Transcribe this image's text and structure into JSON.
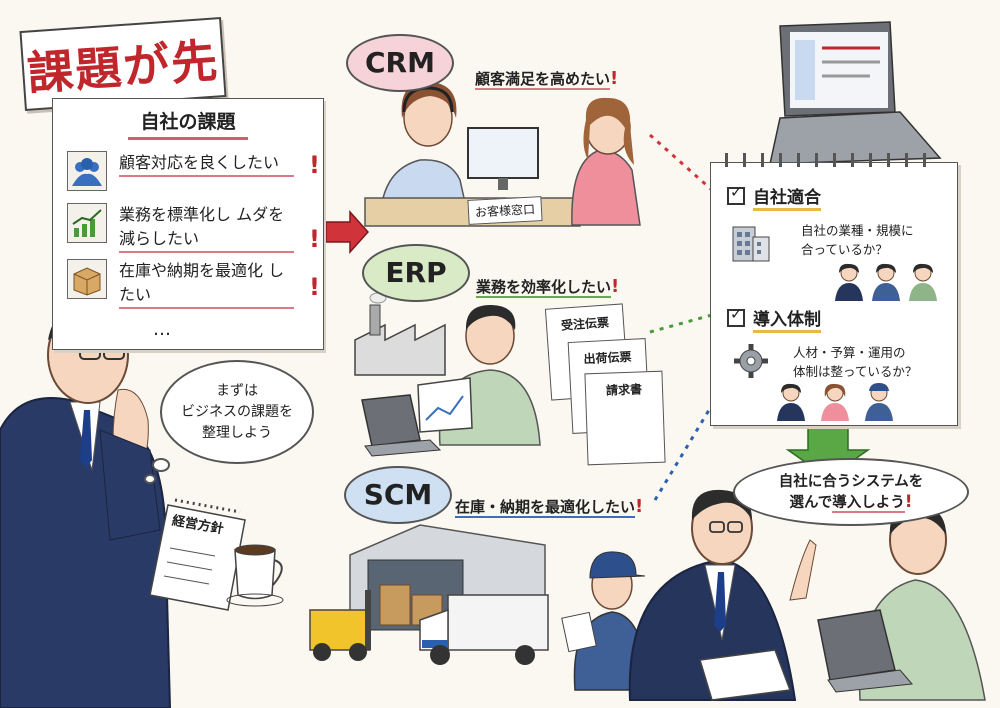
{
  "title": "課題が先",
  "issues": {
    "heading": "自社の課題",
    "items": [
      {
        "icon": "people-group-icon",
        "text": "顧客対応を良くしたい"
      },
      {
        "icon": "growth-chart-icon",
        "text": "業務を標準化し ムダを減らしたい"
      },
      {
        "icon": "cardboard-box-icon",
        "text": "在庫や納期を最適化 したい"
      }
    ],
    "more": "…",
    "exclaim": "!"
  },
  "thought": {
    "line1": "まずは",
    "line2": "ビジネスの課題を",
    "line3": "整理しよう"
  },
  "notepad_title": "経営方針",
  "crm": {
    "name": "CRM",
    "goal": "顧客満足を高めたい",
    "counter_sign": "お客様窓口"
  },
  "erp": {
    "name": "ERP",
    "goal": "業務を効率化したい",
    "docs": [
      "受注伝票",
      "出荷伝票",
      "請求書"
    ]
  },
  "scm": {
    "name": "SCM",
    "goal": "在庫・納期を最適化したい"
  },
  "checklist": {
    "fit": {
      "heading": "自社適合",
      "line1": "自社の業種・規模に",
      "line2": "合っているか？"
    },
    "structure": {
      "heading": "導入体制",
      "line1": "人材・予算・運用の",
      "line2": "体制は整っているか？"
    }
  },
  "conclusion": {
    "pre": "自社に合うシステムを",
    "mid": "選んで",
    "emph": "導入しよう",
    "bang": "!"
  },
  "colors": {
    "accent_red": "#c0272d",
    "crm_bubble": "#f6d3d8",
    "erp_bubble": "#d9ebc6",
    "scm_bubble": "#cfe0f3",
    "arrow_green": "#4a9a3a",
    "suit_navy": "#25355c"
  }
}
